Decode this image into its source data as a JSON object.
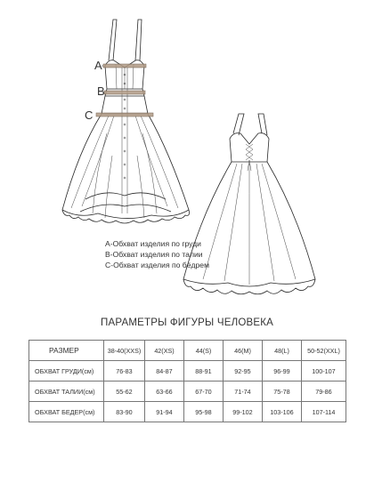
{
  "markers": {
    "a": "A",
    "b": "B",
    "c": "C"
  },
  "legend": [
    "A-Обхват изделия по груди",
    "B-Обхват изделия по талии",
    "C-Обхват изделия по бёдрем"
  ],
  "table_title": "ПАРАМЕТРЫ ФИГУРЫ ЧЕЛОВЕКА",
  "size_table": {
    "header": [
      "РАЗМЕР",
      "38-40(XXS)",
      "42(XS)",
      "44(S)",
      "46(M)",
      "48(L)",
      "50-52(XXL)"
    ],
    "rows": [
      [
        "ОБХВАТ ГРУДИ(см)",
        "76-83",
        "84-87",
        "88-91",
        "92-95",
        "96-99",
        "100-107"
      ],
      [
        "ОБХВАТ ТАЛИИ(см)",
        "55-62",
        "63-66",
        "67-70",
        "71-74",
        "75-78",
        "79-86"
      ],
      [
        "ОБХВАТ БЕДЕР(см)",
        "83-90",
        "91-94",
        "95-98",
        "99-102",
        "103-106",
        "107-114"
      ]
    ]
  }
}
